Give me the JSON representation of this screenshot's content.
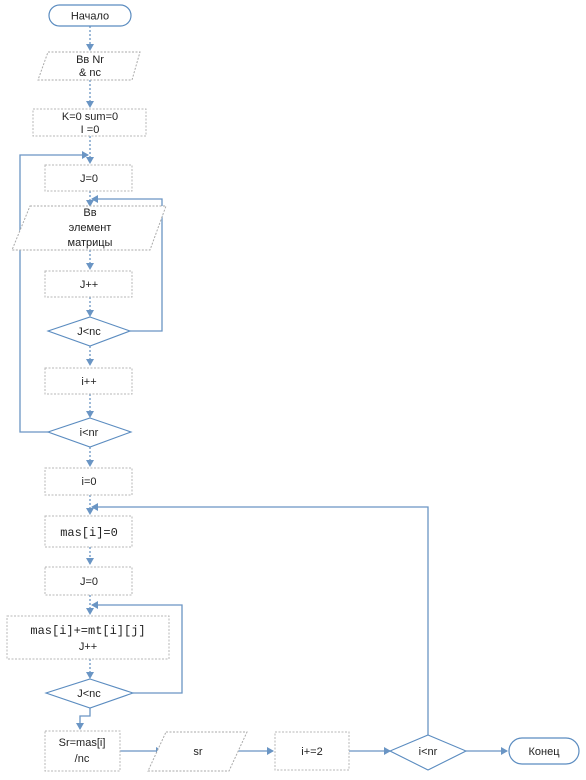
{
  "diagram": {
    "start": "Начало",
    "input_1_line1": "Вв Nr",
    "input_1_line2": "& nc",
    "init_line1": "K=0 sum=0",
    "init_line2": "I =0",
    "set_j_1": "J=0",
    "input_2_line1": "Вв",
    "input_2_line2": "элемент",
    "input_2_line3": "матрицы",
    "j_inc_1": "J++",
    "cond_j_1": "J<nc",
    "i_inc": "i++",
    "cond_i_1": "i<nr",
    "set_i": "i=0",
    "mas_zero": "mas[i]=0",
    "set_j_2": "J=0",
    "accum_line1": "mas[i]+=mt[i][j]",
    "accum_line2": "J++",
    "cond_j_2": "J<nc",
    "sr_line1": "Sr=mas[i]",
    "sr_line2": "/nc",
    "output_sr": "sr",
    "i_inc_2": "i+=2",
    "cond_i_2": "i<nr",
    "end": "Конец"
  },
  "colors": {
    "line": "#6a95c4",
    "terminal_stroke": "#5b8cc0",
    "box_stroke": "#b7b7b7"
  }
}
